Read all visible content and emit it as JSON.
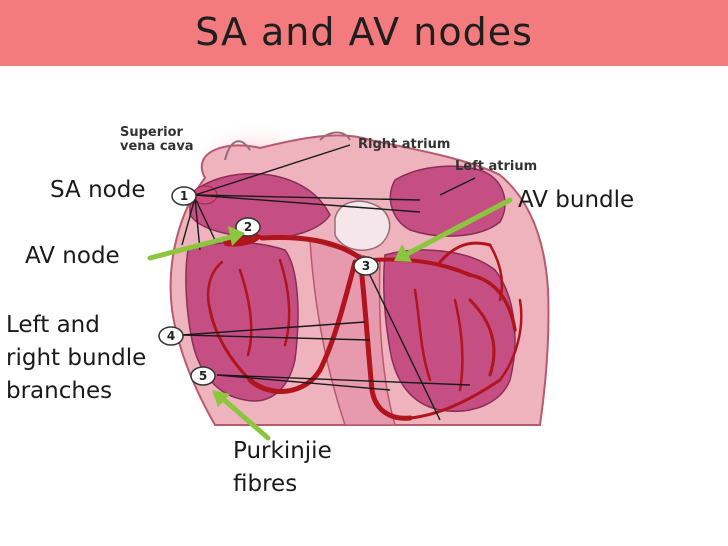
{
  "title": "SA and AV nodes",
  "labels": {
    "sa_node": "SA node",
    "av_node": "AV node",
    "av_bundle": "AV bundle",
    "bundle_branches_line1": "Left and",
    "bundle_branches_line2": "right bundle",
    "bundle_branches_line3": "branches",
    "purkinje_line1": "Purkinjie",
    "purkinje_line2": "fibres"
  },
  "figure_labels": {
    "superior_vena_cava_line1": "Superior",
    "superior_vena_cava_line2": "vena cava",
    "right_atrium": "Right atrium",
    "left_atrium": "Left atrium"
  },
  "markers": [
    "1",
    "2",
    "3",
    "4",
    "5"
  ],
  "colors": {
    "title_bar": "#f47b7d",
    "arrow_green": "#8cc63f",
    "heart_wall": "#e8a0ac",
    "chamber": "#c54f83",
    "conduction": "#b0141c"
  }
}
